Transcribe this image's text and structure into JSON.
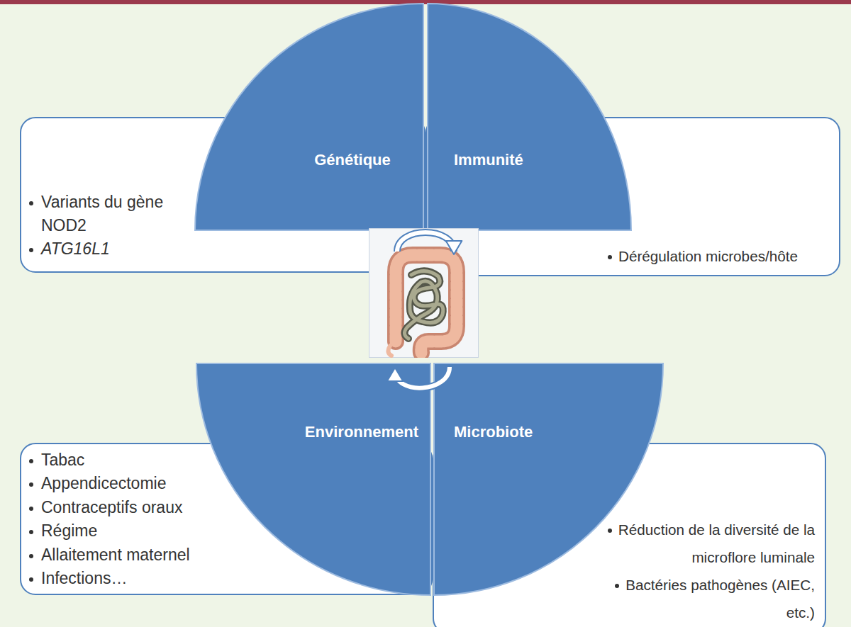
{
  "diagram": {
    "nodes": [
      {
        "text": [
          "Génétique"
        ]
      },
      {
        "text": [
          "Immunité"
        ]
      },
      {
        "text": [
          "Variants du gène NOD2",
          "ATG16L1"
        ]
      },
      {
        "text": [
          "Dérégulation microbes/hôte"
        ]
      },
      {
        "text": [
          "Environnement"
        ]
      },
      {
        "text": [
          "Microbiote"
        ]
      },
      {
        "text": [
          "Tabac",
          "Appendicectomie",
          "Contraceptifs oraux",
          "Régime",
          "Allaitement maternel",
          "Infections…"
        ]
      },
      {
        "text": [
          "Réduction de la diversité de la microflore luminale",
          "Bactéries pathogènes (AIEC, etc.)"
        ]
      }
    ],
    "edges": [
      {
        "from": 0,
        "to": 1,
        "arrow": "to"
      },
      {
        "from": 5,
        "to": 4,
        "arrow": "to"
      }
    ]
  }
}
